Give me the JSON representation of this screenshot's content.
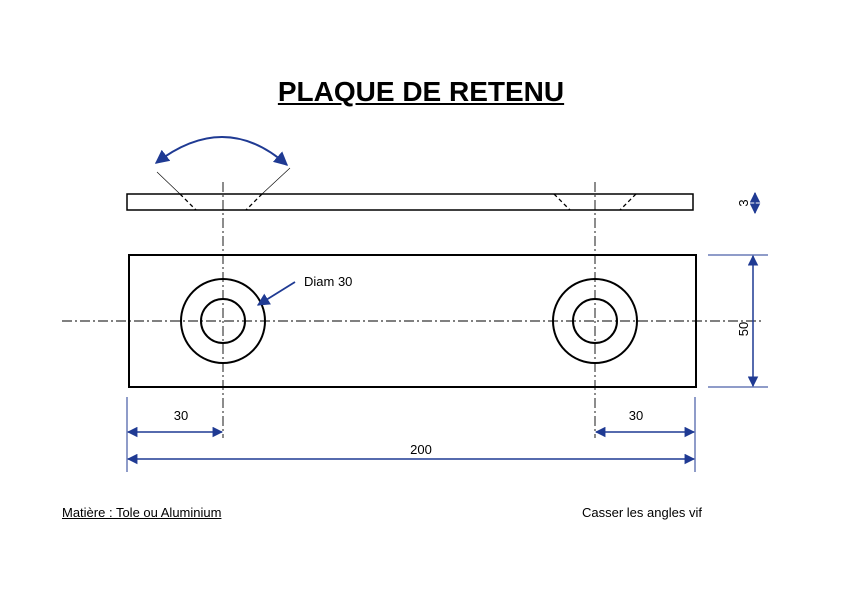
{
  "title": "PLAQUE DE RETENU",
  "annotations": {
    "hole_diameter": "Diam 30"
  },
  "dimensions": {
    "thickness": "3",
    "height": "50",
    "left_hole_offset": "30",
    "right_hole_offset": "30",
    "total_length": "200"
  },
  "notes": {
    "material": "Matière : Tole ou Aluminium",
    "remark": "Casser les angles vif"
  },
  "colors": {
    "outline": "#000000",
    "dimension": "#1f3a93"
  }
}
